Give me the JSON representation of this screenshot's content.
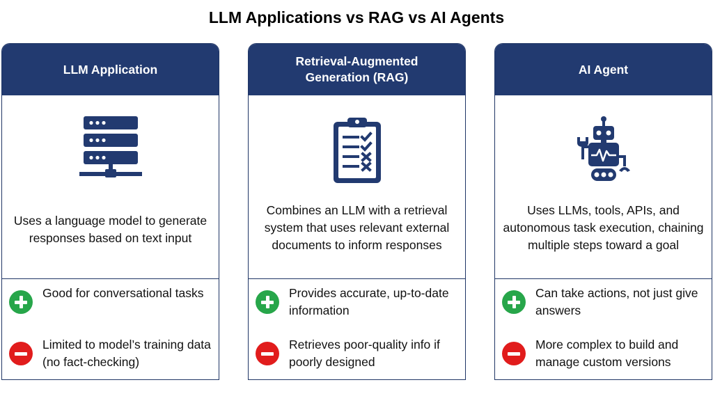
{
  "title": "LLM Applications vs RAG vs AI Agents",
  "colors": {
    "header": "#223a70",
    "border": "#1f3565",
    "plus": "#27a64a",
    "minus": "#e11c1c"
  },
  "cards": [
    {
      "heading": "LLM Application",
      "icon": "server-icon",
      "description": "Uses a language model to generate responses based on text input",
      "pro": "Good for conversational tasks",
      "con": "Limited to model’s training data (no fact-checking)"
    },
    {
      "heading": "Retrieval-Augmented Generation (RAG)",
      "icon": "clipboard-checklist-icon",
      "description": "Combines an LLM with a retrieval system that uses relevant external documents to inform responses",
      "pro": "Provides accurate, up-to-date information",
      "con": "Retrieves poor-quality info if poorly designed"
    },
    {
      "heading": "AI Agent",
      "icon": "robot-icon",
      "description": "Uses LLMs, tools, APIs, and autonomous task execution, chaining multiple steps toward a goal",
      "pro": "Can take actions, not just give answers",
      "con": "More complex to build and manage custom versions"
    }
  ]
}
